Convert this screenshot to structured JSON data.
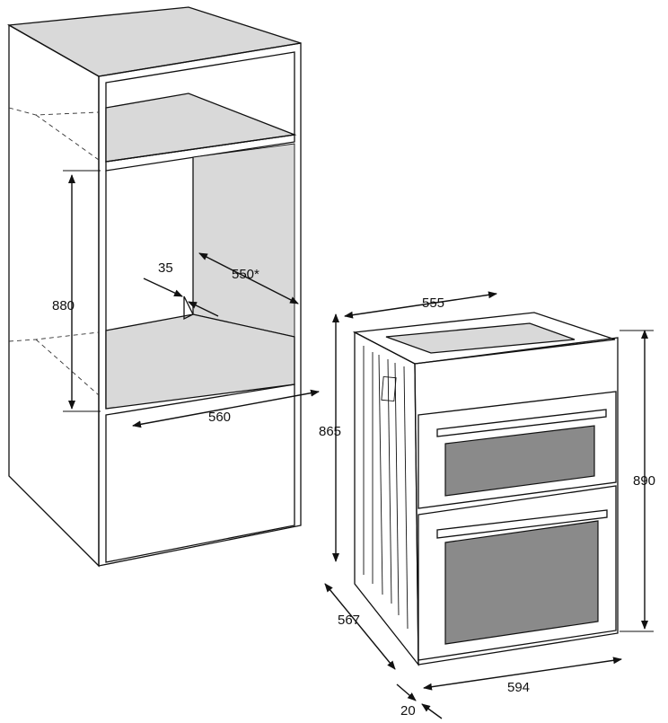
{
  "dimensions": {
    "cabinet_depth_recess": "35",
    "cabinet_inner_depth": "550*",
    "cabinet_opening_height": "880",
    "cabinet_opening_width": "560",
    "oven_top_depth": "555",
    "oven_body_height": "865",
    "oven_front_height": "890",
    "oven_side_depth": "567",
    "oven_front_width": "594",
    "oven_front_thickness": "20"
  },
  "colors": {
    "line": "#111111",
    "panel_shade": "#d9d9d9",
    "window": "#8a8a8a"
  }
}
